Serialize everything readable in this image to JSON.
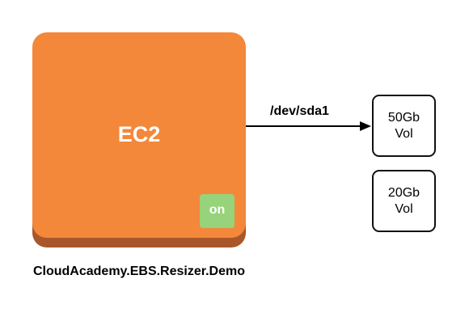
{
  "instance": {
    "label": "EC2",
    "status": "on",
    "name": "CloudAcademy.EBS.Resizer.Demo"
  },
  "connection": {
    "device": "/dev/sda1"
  },
  "volumes": [
    {
      "size": "50Gb",
      "label": "Vol"
    },
    {
      "size": "20Gb",
      "label": "Vol"
    }
  ],
  "colors": {
    "instance_fill": "#f3883a",
    "instance_shadow": "#a9562a",
    "status_badge": "#97d37a",
    "volume_border": "#111111"
  }
}
